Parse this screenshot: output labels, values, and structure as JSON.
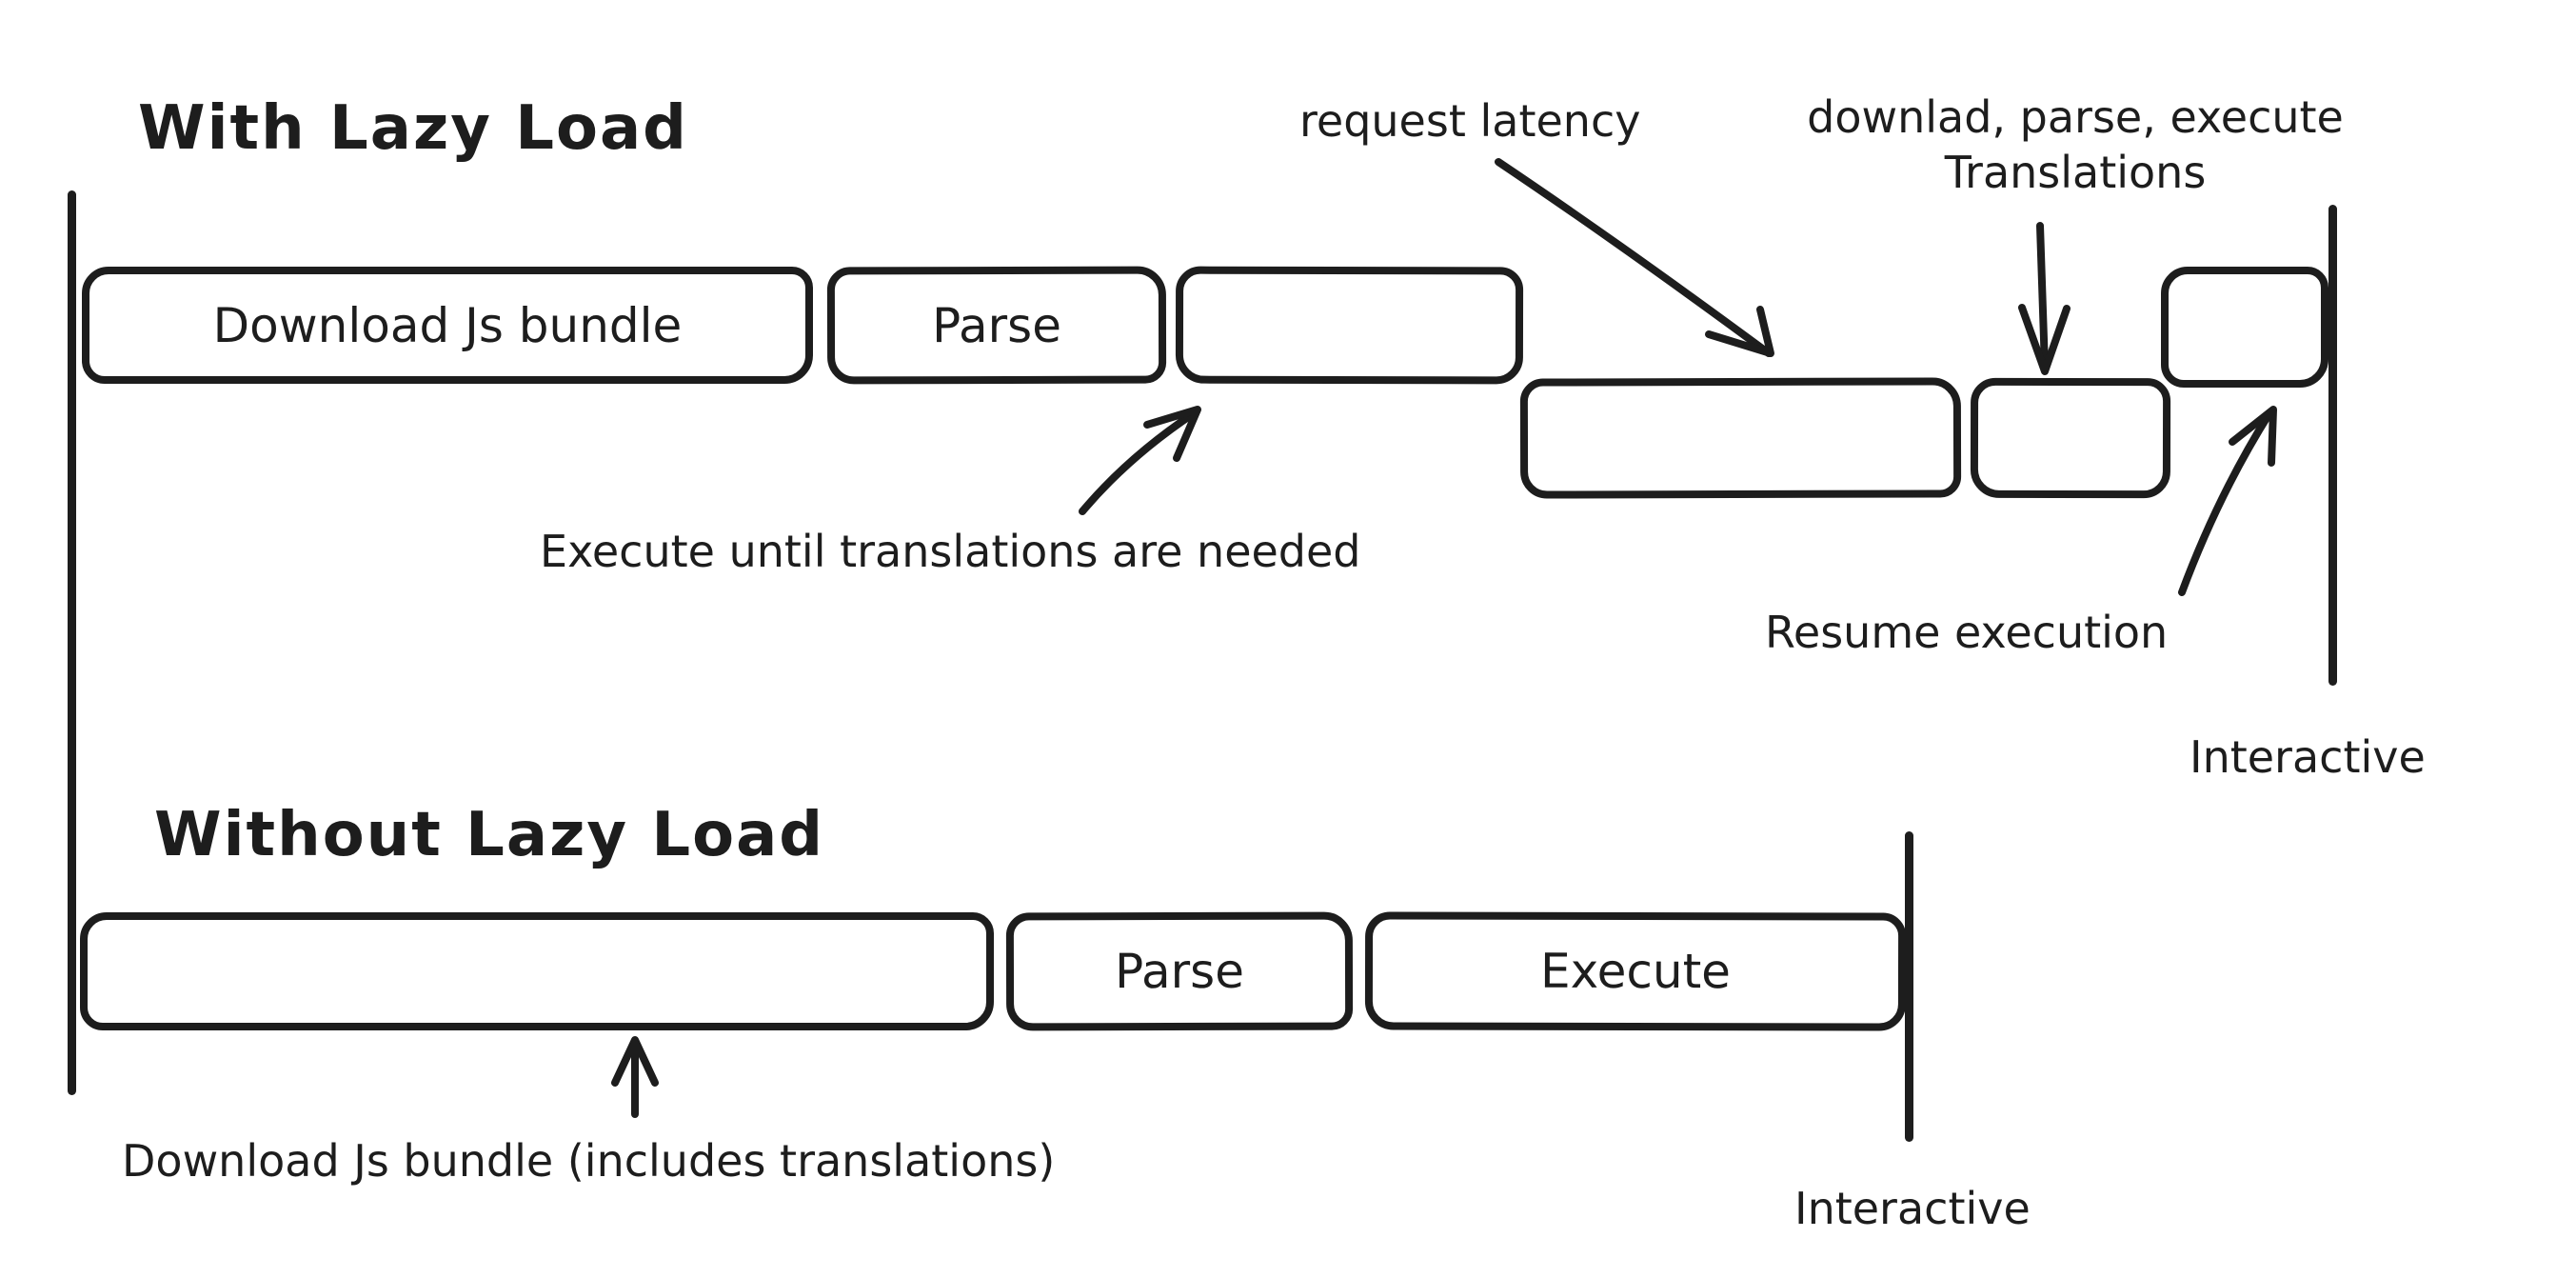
{
  "background": "#ffffff",
  "stroke_color": "#1d1d1d",
  "with_lazy_load": {
    "title": "With Lazy Load",
    "boxes": {
      "download": "Download Js bundle",
      "parse": "Parse"
    },
    "annotations": {
      "request_latency": "request latency",
      "download_parse_execute_line1": "downlad, parse, execute",
      "download_parse_execute_line2": "Translations",
      "execute_until": "Execute until translations are needed",
      "resume_execution": "Resume execution",
      "interactive": "Interactive"
    }
  },
  "without_lazy_load": {
    "title": "Without Lazy Load",
    "boxes": {
      "parse": "Parse",
      "execute": "Execute"
    },
    "annotations": {
      "download_bundle": "Download Js bundle (includes translations)",
      "interactive": "Interactive"
    }
  }
}
